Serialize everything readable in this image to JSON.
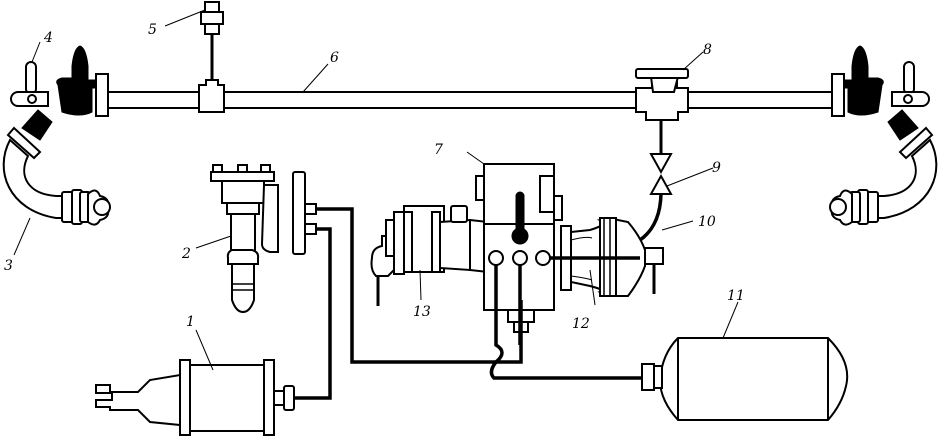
{
  "diagram": {
    "type": "schematic",
    "subject": "air brake system layout",
    "colors": {
      "line": "#000000",
      "background": "#ffffff"
    },
    "callouts": [
      {
        "id": "1",
        "text": "1",
        "component": "air-compressor"
      },
      {
        "id": "2",
        "text": "2",
        "component": "pressure-regulator"
      },
      {
        "id": "3",
        "text": "3",
        "component": "connecting-hose-left"
      },
      {
        "id": "4",
        "text": "4",
        "component": "end-cock-handle-left"
      },
      {
        "id": "5",
        "text": "5",
        "component": "pressure-gauge-sensor"
      },
      {
        "id": "6",
        "text": "6",
        "component": "brake-main-pipe"
      },
      {
        "id": "7",
        "text": "7",
        "component": "control-valve"
      },
      {
        "id": "8",
        "text": "8",
        "component": "dust-collector-tee"
      },
      {
        "id": "9",
        "text": "9",
        "component": "stop-cock"
      },
      {
        "id": "10",
        "text": "10",
        "component": "branch-pipe"
      },
      {
        "id": "11",
        "text": "11",
        "component": "air-reservoir"
      },
      {
        "id": "12",
        "text": "12",
        "component": "brake-cylinder"
      },
      {
        "id": "13",
        "text": "13",
        "component": "relay-valve"
      }
    ]
  }
}
